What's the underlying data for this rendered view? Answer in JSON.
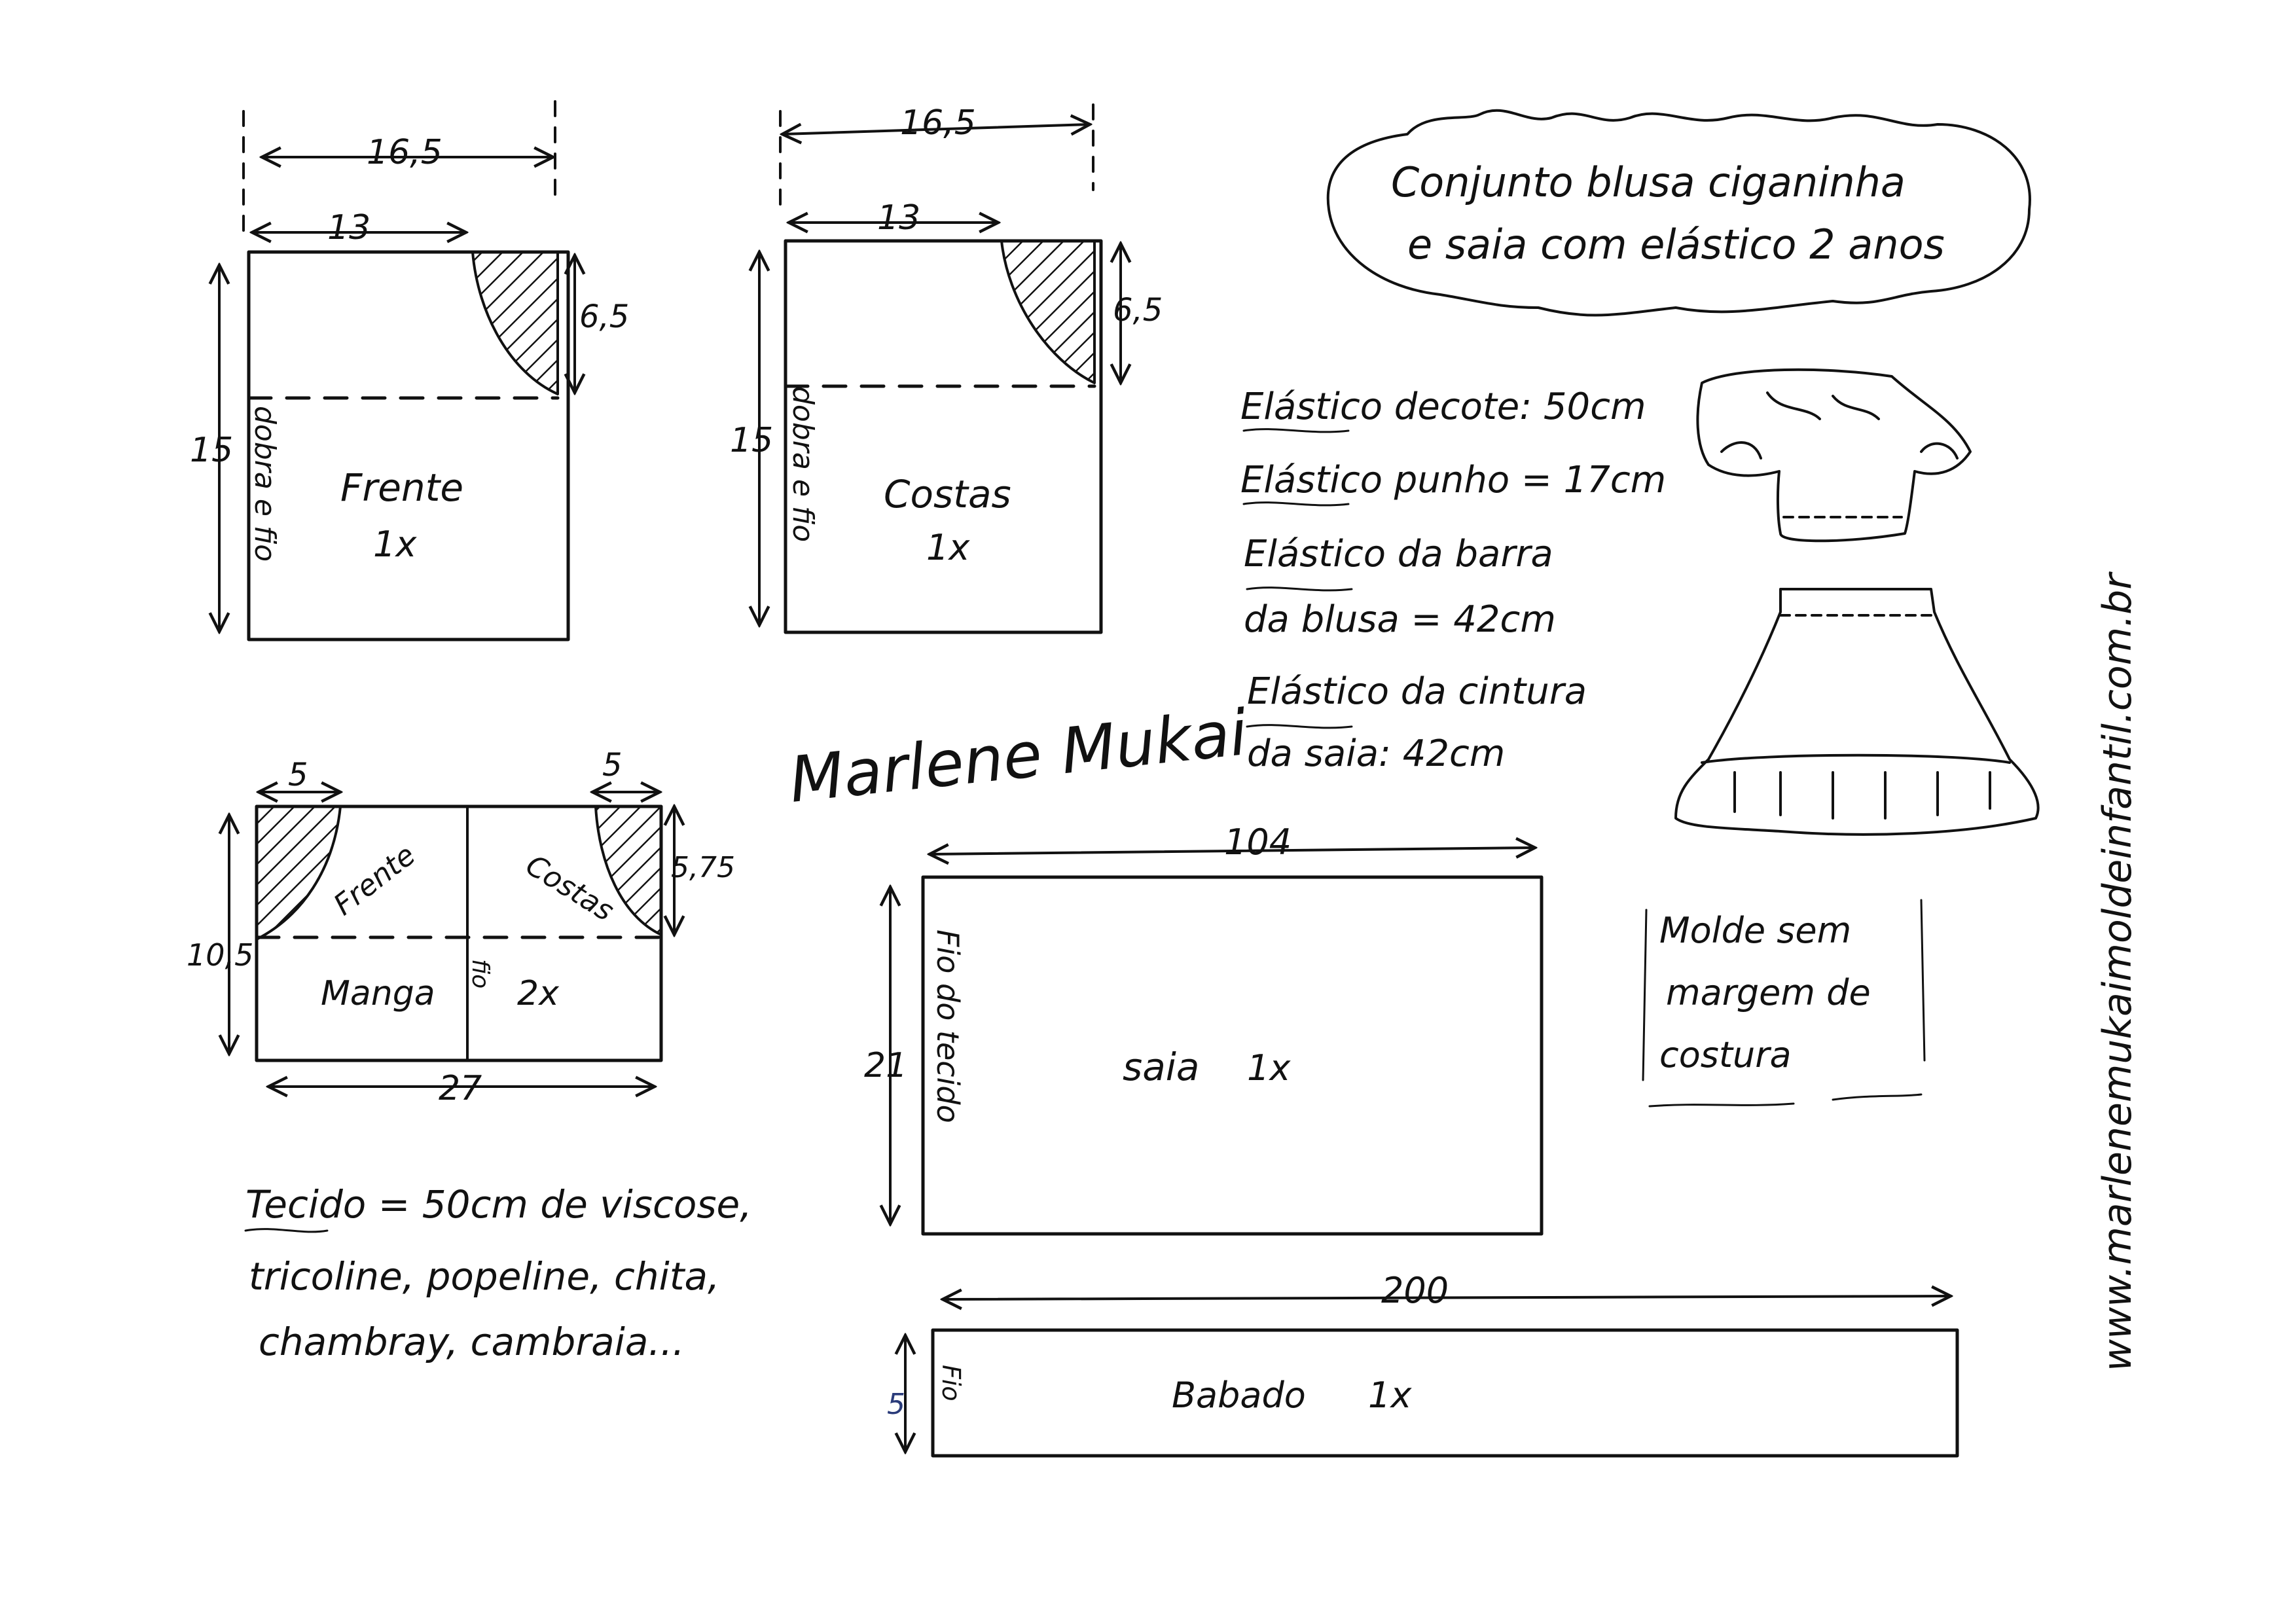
{
  "title": {
    "line1": "Conjunto blusa ciganinha",
    "line2": "e saia com elástico 2 anos"
  },
  "front_piece": {
    "width_top": "16,5",
    "width_neck": "13",
    "height": "15",
    "neck_depth": "6,5",
    "fold_label": "dobra e fio",
    "name": "Frente",
    "count": "1x"
  },
  "back_piece": {
    "width_top": "16,5",
    "width_neck": "13",
    "height": "15",
    "neck_depth": "6,5",
    "fold_label": "dobra e fio",
    "name": "Costas",
    "count": "1x"
  },
  "sleeve_piece": {
    "cut_left": "5",
    "cut_right": "5",
    "height": "10,5",
    "depth": "5,75",
    "width": "27",
    "front_label": "Frente",
    "back_label": "Costas",
    "name": "Manga",
    "count": "2x",
    "grain_label": "fio"
  },
  "skirt_piece": {
    "width": "104",
    "height": "21",
    "grain_label": "Fio do tecido",
    "name": "saia",
    "count": "1x"
  },
  "ruffle_piece": {
    "width": "200",
    "height": "5",
    "grain_label": "Fio",
    "name": "Babado",
    "count": "1x"
  },
  "elastics": {
    "neckline": "Elástico decote: 50cm",
    "cuff": "Elástico punho = 17cm",
    "hem_line1": "Elástico da barra",
    "hem_line2": "da blusa = 42cm",
    "waist_line1": "Elástico da cintura",
    "waist_line2": "da saia: 42cm"
  },
  "fabric": {
    "line1": "Tecido = 50cm de viscose,",
    "line2": "tricoline, popeline, chita,",
    "line3": "chambray, cambraia..."
  },
  "signature": "Marlene Mukai",
  "note": {
    "line1": "Molde sem",
    "line2": "margem de",
    "line3": "costura"
  },
  "website": "www.marlenemukaimoldeinfantil.com.br"
}
